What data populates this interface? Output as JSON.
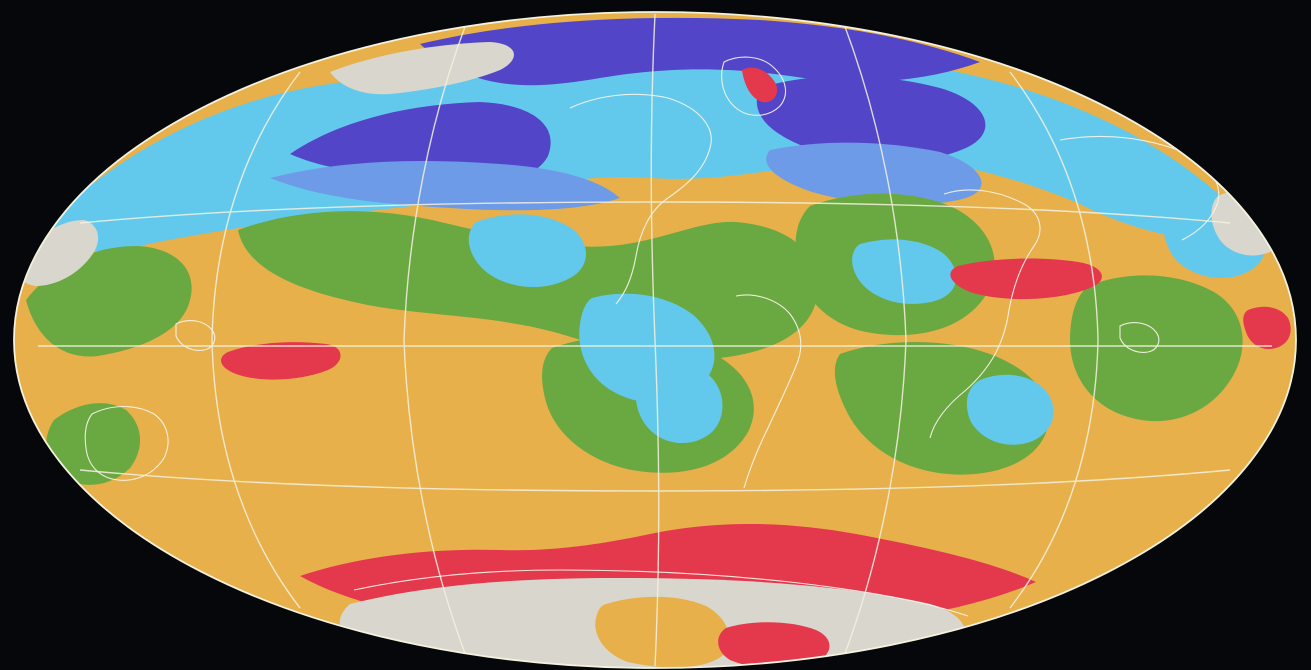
{
  "map": {
    "projection": "elliptical-equal-area",
    "background_color": "#05070b",
    "graticule_color": "#f4f1df",
    "coastline_color": "#f7f4ea",
    "classes": [
      {
        "name": "class-orange",
        "color": "#e7b04a"
      },
      {
        "name": "class-green",
        "color": "#6aa842"
      },
      {
        "name": "class-cyan",
        "color": "#63c9ec"
      },
      {
        "name": "class-light-blue",
        "color": "#6e9be7"
      },
      {
        "name": "class-purple",
        "color": "#5345c8"
      },
      {
        "name": "class-red",
        "color": "#e4384c"
      },
      {
        "name": "class-light-gray",
        "color": "#d9d6cd"
      }
    ]
  }
}
